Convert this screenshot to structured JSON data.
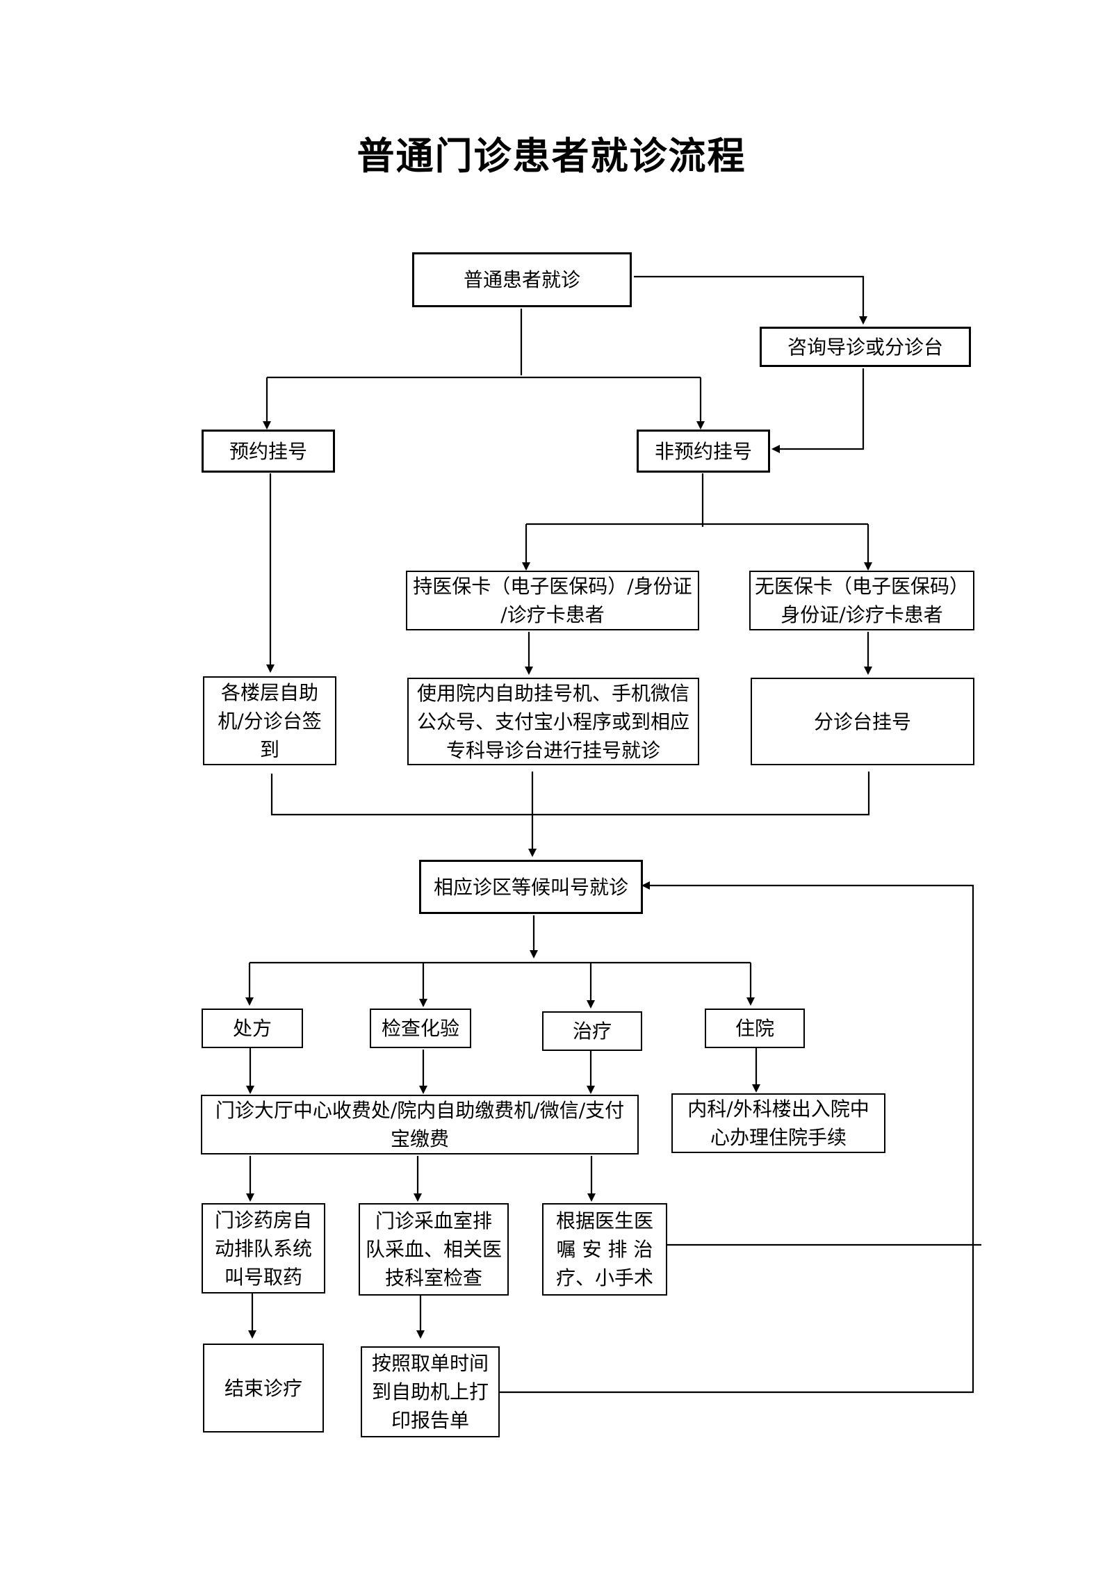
{
  "title": "普通门诊患者就诊流程",
  "nodes": {
    "start": "普通患者就诊",
    "consult": "咨询导诊或分诊台",
    "appointment": "预约挂号",
    "non_appointment": "非预约挂号",
    "with_card": "持医保卡（电子医保码）/身份证\n/诊疗卡患者",
    "without_card": "无医保卡（电子医保码）\n身份证/诊疗卡患者",
    "floor_checkin": "各楼层自助\n机/分诊台签\n到",
    "self_register": "使用院内自助挂号机、手机微信\n公众号、支付宝小程序或到相应\n专科导诊台进行挂号就诊",
    "desk_register": "分诊台挂号",
    "wait_call": "相应诊区等候叫号就诊",
    "prescription": "处方",
    "exam_lab": "检查化验",
    "treatment": "治疗",
    "hospitalization": "住院",
    "payment": "门诊大厅中心收费处/院内自助缴费机/微信/支付\n宝缴费",
    "admission": "内科/外科楼出入院中\n心办理住院手续",
    "pharmacy": "门诊药房自\n动排队系统\n叫号取药",
    "blood_draw": "门诊采血室排\n队采血、相关医\n技科室检查",
    "doctor_orders": "根据医生医\n嘱 安 排 治\n疗、小手术",
    "end": "结束诊疗",
    "print_report": "按照取单时间\n到自助机上打\n印报告单"
  }
}
